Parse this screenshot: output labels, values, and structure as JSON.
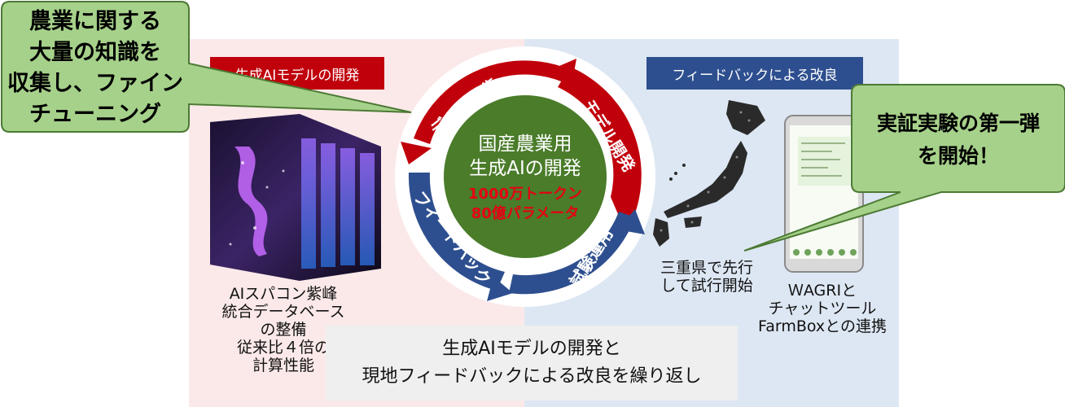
{
  "callout_left": {
    "lines": [
      "農業に関する",
      "大量の知識を",
      "収集し、ファイン",
      "チューニング"
    ]
  },
  "callout_right": {
    "lines": [
      "実証実験の第一弾",
      "を開始！"
    ]
  },
  "header_left": "生成AIモデルの開発",
  "header_right": "フィードバックによる改良",
  "cycle": {
    "segments": [
      "データ収集",
      "モデル開発",
      "試験運用",
      "フィードバック"
    ],
    "center": {
      "line1": "国産農業用",
      "line2": "生成AIの開発",
      "line3": "1000万トークン",
      "line4": "80億パラメータ"
    }
  },
  "supercomputer_caption": [
    "AIスパコン紫峰",
    "統合データベース",
    "の整備",
    "従来比４倍の",
    "計算性能"
  ],
  "japan_caption": [
    "三重県で先行",
    "して試行開始"
  ],
  "phone_caption": [
    "ＷAGRIと",
    "チャットツール",
    "FarmBoxとの連携"
  ],
  "summary": [
    "生成AIモデルの開発と",
    "現地フィードバックによる改良を繰り返し"
  ],
  "colors": {
    "red": "#c0000b",
    "blue": "#2e4f8f",
    "green": "#4a7c2a",
    "callout_green": "#a6d18a",
    "pink": "#fbe9e9",
    "lightblue": "#dde7f3"
  }
}
